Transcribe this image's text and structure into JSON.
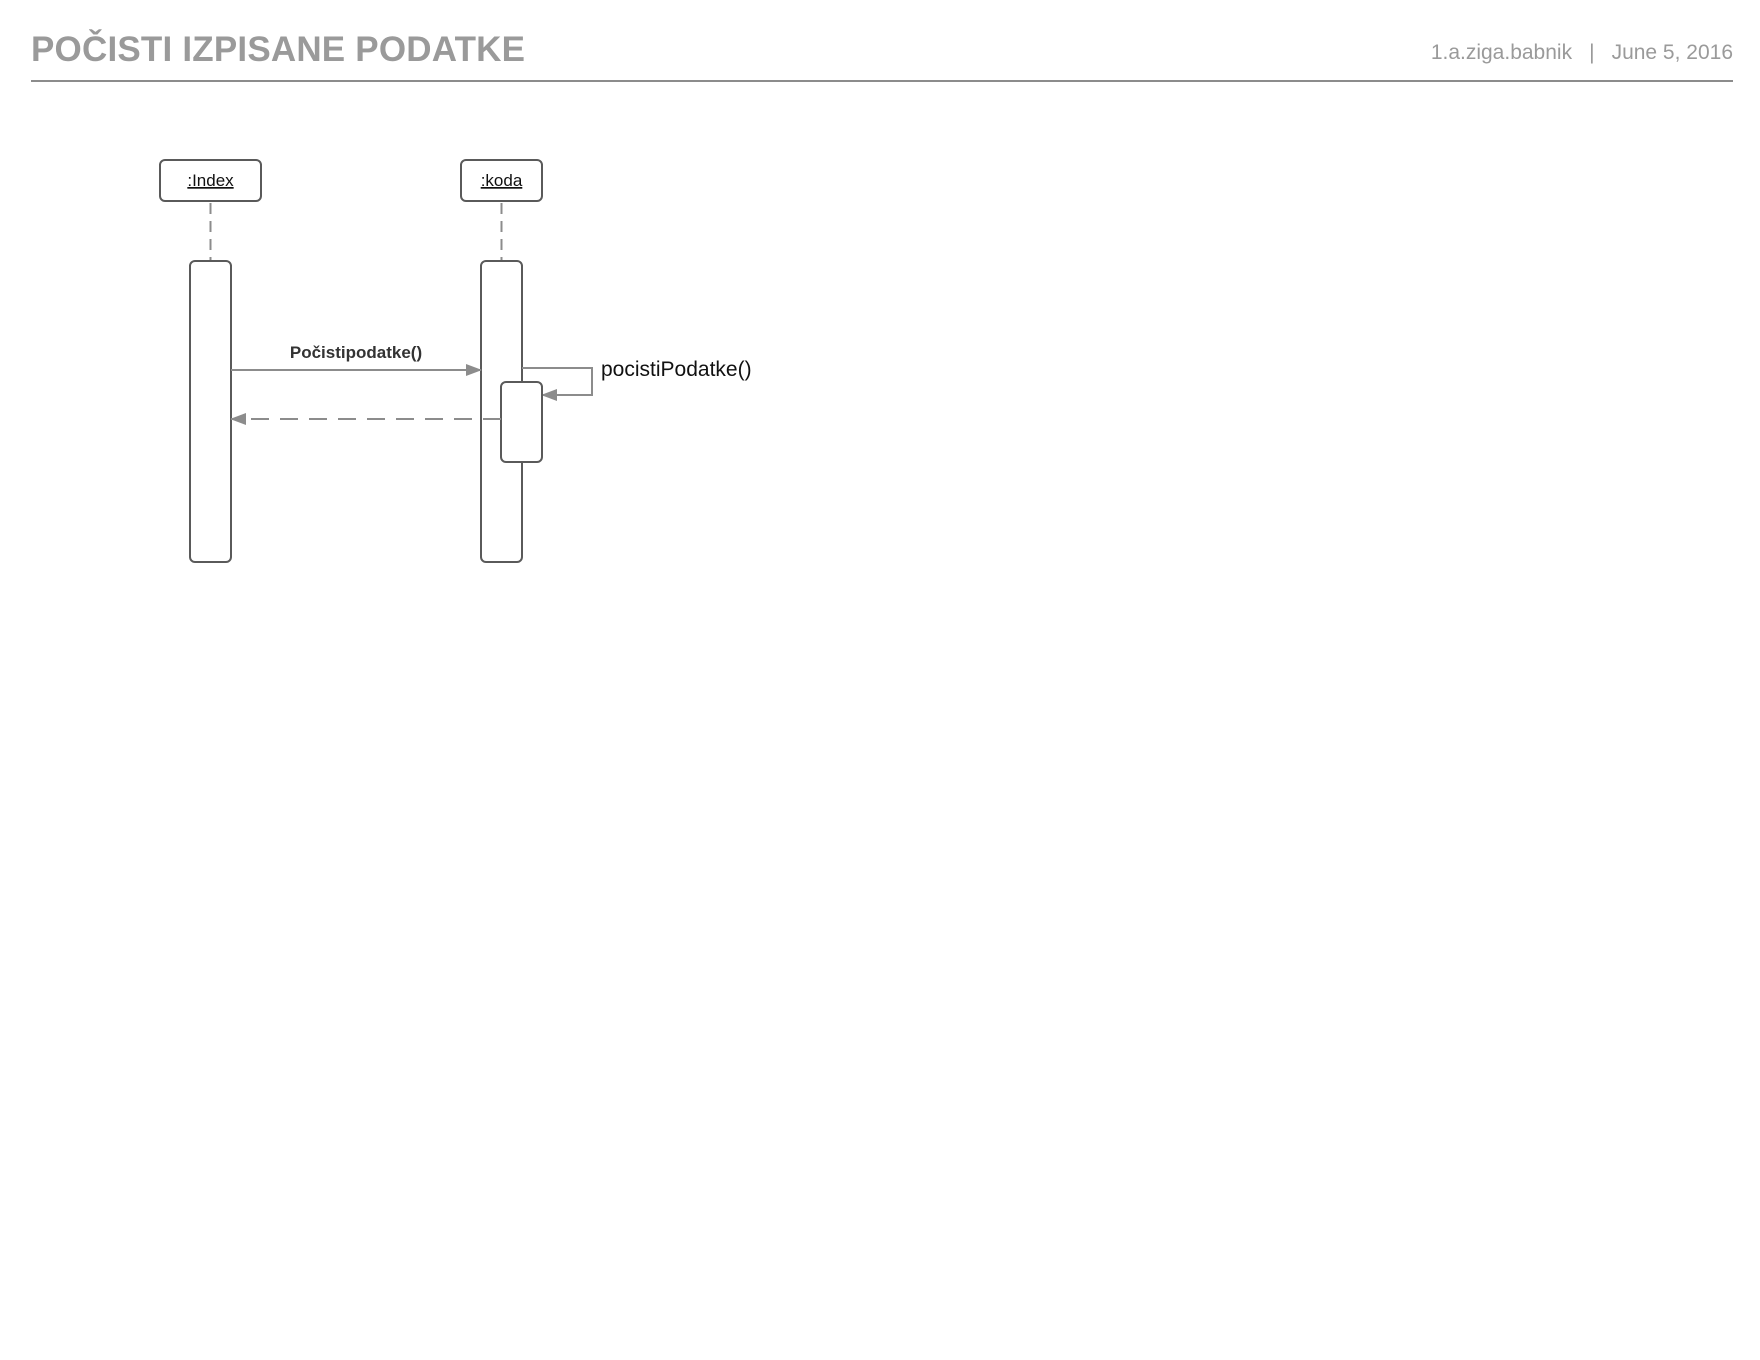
{
  "header": {
    "title": "POČISTI IZPISANE PODATKE",
    "author": "1.a.ziga.babnik",
    "separator": "|",
    "date": "June 5, 2016"
  },
  "diagram": {
    "type": "sequence",
    "lifelines": [
      {
        "label": ":Index"
      },
      {
        "label": ":koda"
      }
    ],
    "messages": [
      {
        "label": "Počistipodatke()",
        "from": ":Index",
        "to": ":koda",
        "kind": "sync"
      },
      {
        "label": "pocistiPodatke()",
        "from": ":koda",
        "to": ":koda",
        "kind": "self"
      },
      {
        "label": "",
        "from": ":koda",
        "to": ":Index",
        "kind": "return"
      }
    ]
  },
  "colors": {
    "title": "#9a9a9a",
    "line": "#8c8c8c",
    "box_border": "#5a5a5a",
    "arrow": "#8c8c8c"
  }
}
